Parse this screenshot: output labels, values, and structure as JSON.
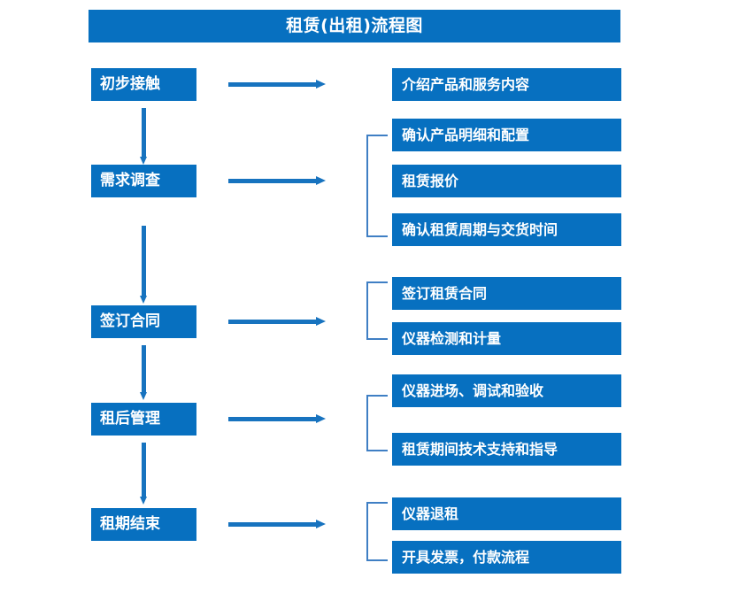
{
  "title": {
    "text": "租赁(出租)流程图"
  },
  "colors": {
    "box_fill": "#0770c0",
    "box_text": "#ffffff",
    "arrow": "#1773bf",
    "bracket": "#3f7fc4",
    "background": "#ffffff"
  },
  "stages": [
    {
      "id": "initial-contact",
      "label": "初步接触",
      "details": [
        {
          "id": "introduce-products-services",
          "label": "介绍产品和服务内容"
        }
      ]
    },
    {
      "id": "requirement-survey",
      "label": "需求调查",
      "details": [
        {
          "id": "confirm-product-spec-config",
          "label": "确认产品明细和配置"
        },
        {
          "id": "rental-quotation",
          "label": "租赁报价"
        },
        {
          "id": "confirm-rental-period-delivery",
          "label": "确认租赁周期与交货时间"
        }
      ]
    },
    {
      "id": "sign-contract",
      "label": "签订合同",
      "details": [
        {
          "id": "sign-rental-contract",
          "label": "签订租赁合同"
        },
        {
          "id": "instrument-inspection-metrology",
          "label": "仪器检测和计量"
        }
      ]
    },
    {
      "id": "post-rental-management",
      "label": "租后管理",
      "details": [
        {
          "id": "instrument-entry-commissioning-acceptance",
          "label": "仪器进场、调试和验收"
        },
        {
          "id": "technical-support-guidance",
          "label": "租赁期间技术支持和指导"
        }
      ]
    },
    {
      "id": "rental-end",
      "label": "租期结束",
      "details": [
        {
          "id": "instrument-return",
          "label": "仪器退租"
        },
        {
          "id": "invoice-payment-process",
          "label": "开具发票，付款流程"
        }
      ]
    }
  ]
}
